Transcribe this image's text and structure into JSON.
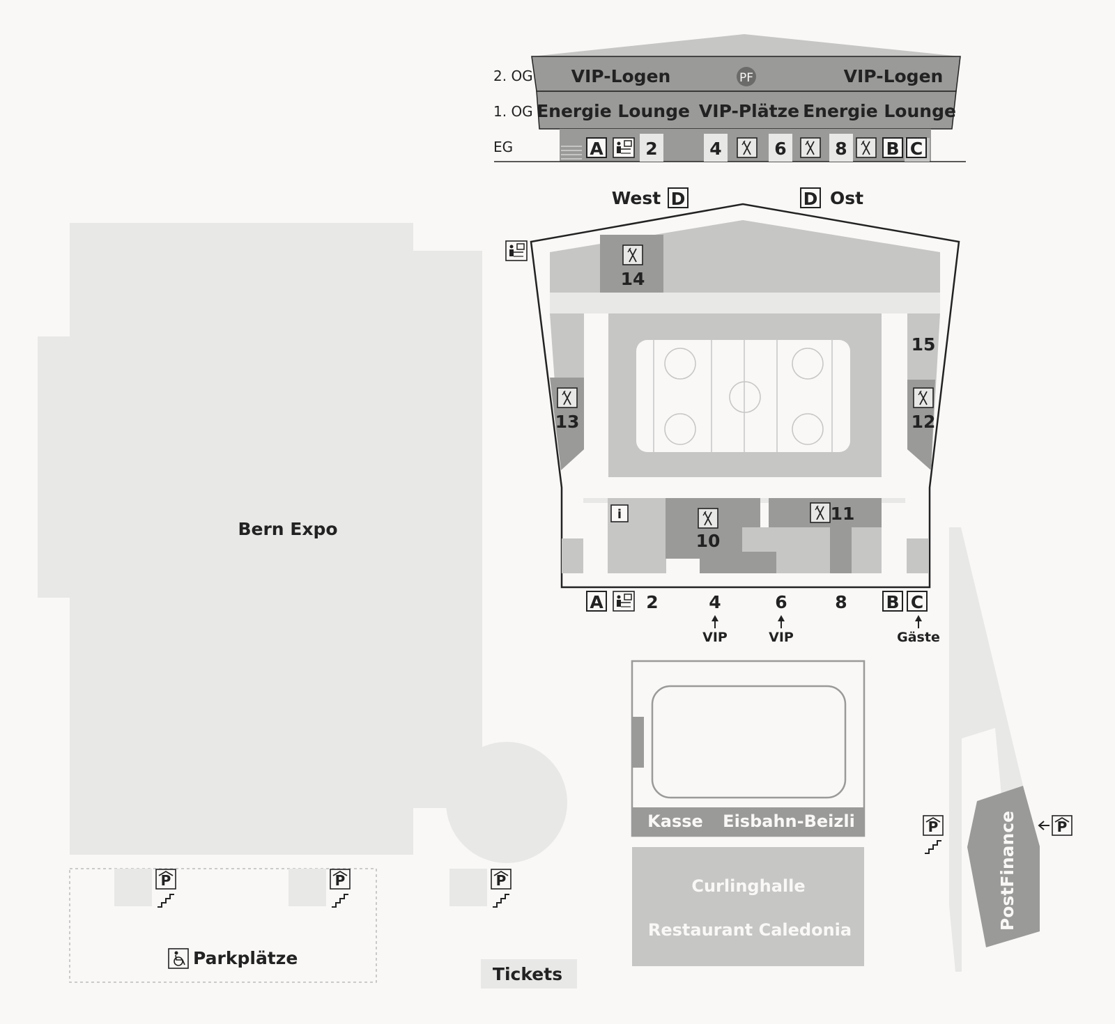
{
  "legend": {
    "floor_2": "2. OG",
    "floor_1": "1. OG",
    "floor_eg": "EG",
    "vip_logen_left": "VIP-Logen",
    "pf_badge": "PF",
    "vip_logen_right": "VIP-Logen",
    "energie_lounge_left": "Energie Lounge",
    "vip_plaetze": "VIP-Plätze",
    "energie_lounge_right": "Energie Lounge",
    "eg_items": [
      "A",
      "2",
      "4",
      "6",
      "8",
      "B",
      "C"
    ]
  },
  "arena": {
    "west": "West",
    "ost": "Ost",
    "gate_d": "D",
    "sectors": [
      "14",
      "15",
      "13",
      "12",
      "10",
      "11"
    ],
    "entrances": [
      "A",
      "2",
      "4",
      "6",
      "8",
      "B",
      "C"
    ],
    "vip_left": "VIP",
    "vip_right": "VIP",
    "gaeste": "Gäste"
  },
  "buildings": {
    "bern_expo": "Bern Expo",
    "kasse": "Kasse",
    "eisbahn_beizli": "Eisbahn-Beizli",
    "curlinghalle": "Curlinghalle",
    "restaurant": "Restaurant Caledonia",
    "postfinance": "PostFinance",
    "parkplaetze": "Parkplätze",
    "tickets": "Tickets"
  },
  "icons": {
    "parking": "P",
    "info": "i"
  },
  "colors": {
    "background": "#f9f8f6",
    "light_area": "#e8e8e7",
    "mid_gray": "#c6c6c5",
    "dark_gray": "#9a9a99",
    "ice": "#f9f8f6"
  }
}
